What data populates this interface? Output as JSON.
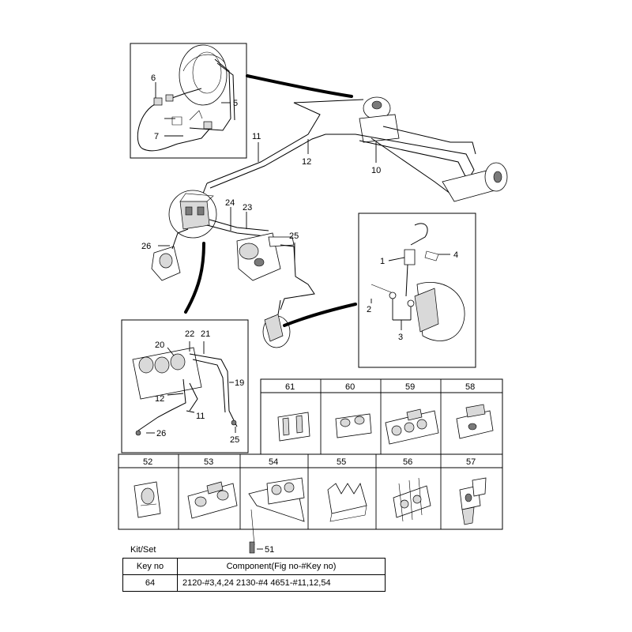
{
  "callouts": {
    "n1": "1",
    "n2": "2",
    "n3": "3",
    "n4": "4",
    "n5": "5",
    "n6": "6",
    "n7": "7",
    "n10": "10",
    "n11": "11",
    "n12": "12",
    "n19": "19",
    "n20": "20",
    "n21": "21",
    "n22": "22",
    "n23": "23",
    "n24": "24",
    "n25": "25",
    "n26": "26",
    "n51": "51"
  },
  "inset_callouts": {
    "n11": "11",
    "n12": "12",
    "n25": "25",
    "n26": "26"
  },
  "clip_grid": {
    "top_row": [
      "61",
      "60",
      "59",
      "58"
    ],
    "bottom_row": [
      "52",
      "53",
      "54",
      "55",
      "56",
      "57"
    ]
  },
  "kit": {
    "label": "Kit/Set",
    "headers": [
      "Key no",
      "Component(Fig no-#Key no)"
    ],
    "rows": [
      {
        "key": "64",
        "component": "2120-#3,4,24  2130-#4  4651-#11,12,54"
      }
    ]
  }
}
